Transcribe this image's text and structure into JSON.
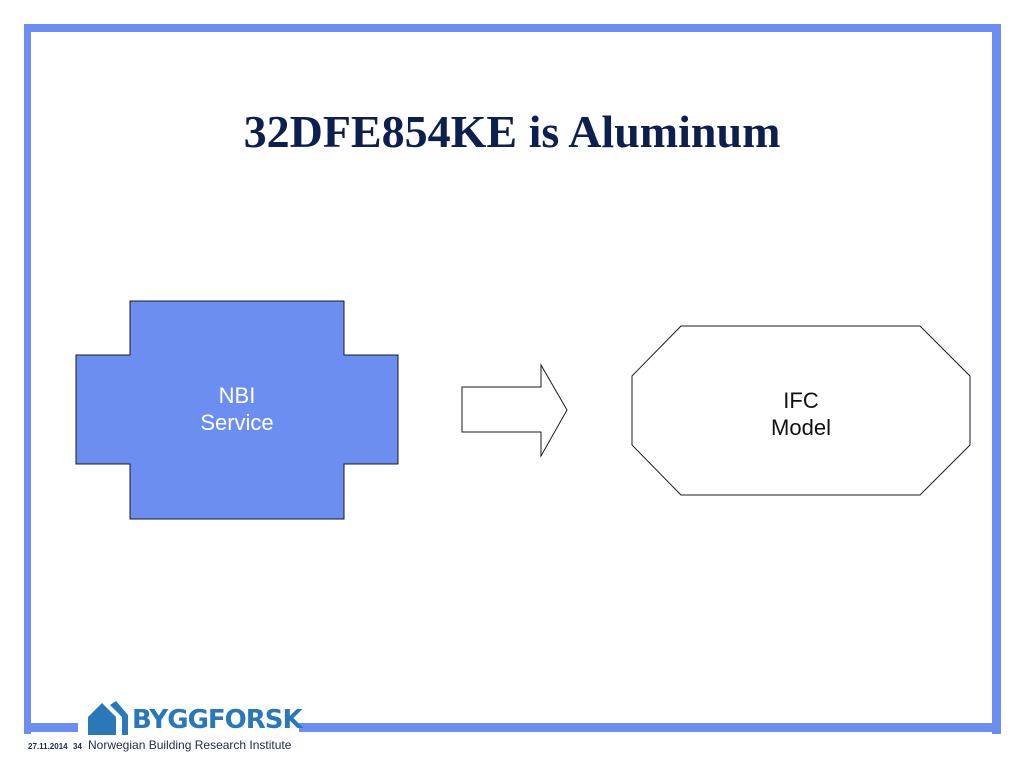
{
  "slide": {
    "title": "32DFE854KE is Aluminum"
  },
  "diagram": {
    "source_node": {
      "line1": "NBI",
      "line2": "Service",
      "fill": "#6b8ef0"
    },
    "target_node": {
      "line1": "IFC",
      "line2": "Model",
      "fill": "#ffffff"
    },
    "frame_color": "#6b8ef0"
  },
  "footer": {
    "brand": "BYGGFORSK",
    "organization": "Norwegian Building Research Institute",
    "date": "27.11.2014",
    "page": "34",
    "brand_color": "#2a78b8"
  }
}
